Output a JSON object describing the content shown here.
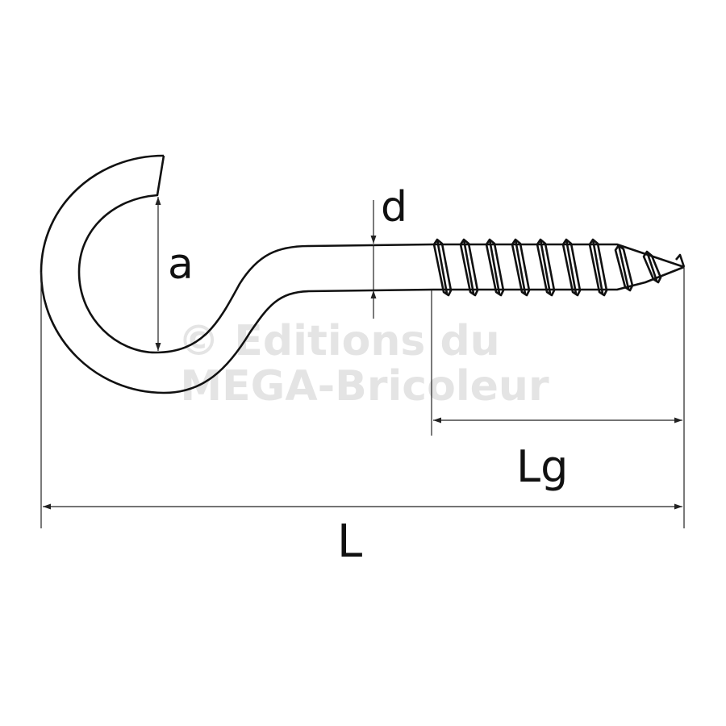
{
  "diagram": {
    "watermark": {
      "line1": "© Editions du",
      "line2": "MEGA-Bricoleur"
    },
    "labels": {
      "a": "a",
      "d": "d",
      "Lg": "Lg",
      "L": "L"
    },
    "colors": {
      "line": "#111111",
      "watermark": "#e4e4e4"
    }
  }
}
